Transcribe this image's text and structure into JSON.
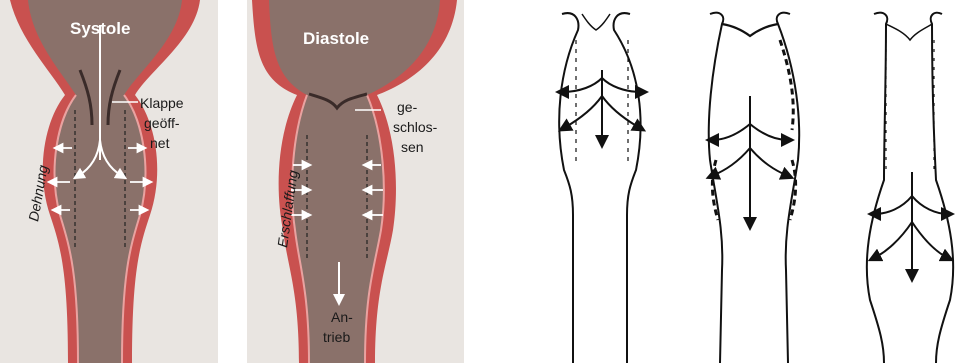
{
  "systole": {
    "title": "Systole",
    "valve_label_lines": [
      "Klappe",
      "geöff-",
      "net"
    ],
    "wall_label": "Dehnung"
  },
  "diastole": {
    "title": "Diastole",
    "valve_label_lines": [
      "ge-",
      "schlos-",
      "sen"
    ],
    "wall_label": "Erschlaffung",
    "flow_label_lines": [
      "An-",
      "trieb"
    ]
  },
  "colors": {
    "background": "#e9e5e1",
    "vessel_wall": "#c9514f",
    "vessel_lumen": "#8a716a",
    "ink": "#111111"
  }
}
